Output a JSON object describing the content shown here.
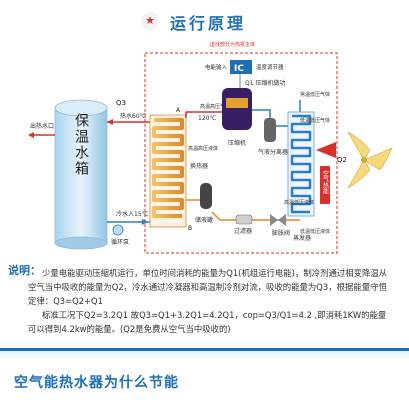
{
  "header": {
    "title": "运行原理",
    "star": "★"
  },
  "diagram": {
    "circuit_label": "虚线部分为热泵主体",
    "power_input": "电能输入",
    "controller_chip": "IC",
    "controller_label": "温度调节器",
    "compressor_output": "Q1 压缩机做功",
    "compressor": "压缩机",
    "tank": "保温水箱",
    "hot_water_out": "出热水口",
    "q3_label": "Q3",
    "heat_out": "热水60℃",
    "temp_120": "120℃",
    "condenser": "换热器",
    "hp_hot_gas": "高温高压气体",
    "hp_hot_liquid": "高温高压液体",
    "cold_water_in": "冷水入15℃",
    "pump": "循环泵",
    "receiver": "储液罐",
    "filter": "过滤器",
    "expansion": "膨胀阀",
    "gas_separator": "气液分离器",
    "lp_gas_top": "常温低压气体",
    "lp_gas_right": "低温低压气体",
    "lp_liquid": "低温低压液体",
    "low_hot_liquid": "高温低压液体",
    "evaporator": "蒸发器",
    "q2_label": "Q2",
    "air_heat": "空气热能",
    "point_a": "A",
    "point_b": "B"
  },
  "explanation": {
    "title": "说明：",
    "para1": "少量电能驱动压缩机运行，单位时间消耗的能量为Q1(机组运行电能)，制冷剂通过相变降温从空气当中吸收的能量为Q2，冷水通过冷凝器和高温制冷剂对流，吸收的能量为Q3，根据能量守恒定律：Q3=Q2+Q1",
    "para2": "标准工况下Q2=3.2Q1 故Q3=Q1+3.2Q1=4.2Q1，cop=Q3/Q1=4.2 ,即消耗1KW的能量可以得到4.2kw的能量。(Q2是免费从空气当中吸收的)"
  },
  "footer": {
    "title": "空气能热水器为什么节能"
  },
  "colors": {
    "accent": "#1f6fb5",
    "hot": "#d8302b",
    "coil": "#f0a83a",
    "water": "#b9def2"
  }
}
